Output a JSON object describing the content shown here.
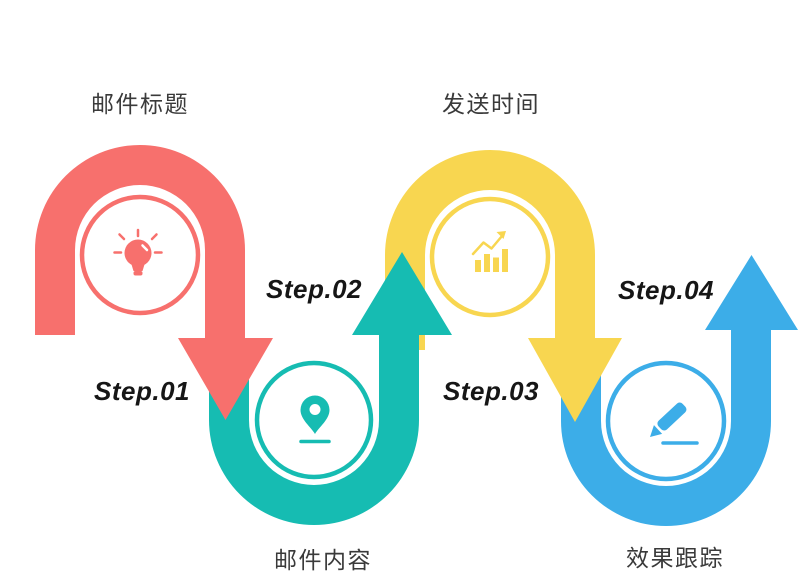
{
  "diagram": {
    "type": "process-flow",
    "background_color": "#ffffff",
    "title_color": "#3a3a3a",
    "label_color": "#161616",
    "steps": [
      {
        "label": "Step.01",
        "title": "邮件标题",
        "title_position": "top",
        "color": "#f7706d",
        "icon": "lightbulb-icon",
        "arrow_direction": "down"
      },
      {
        "label": "Step.02",
        "title": "邮件内容",
        "title_position": "bottom",
        "color": "#16bcb2",
        "icon": "location-pin-icon",
        "arrow_direction": "up"
      },
      {
        "label": "Step.03",
        "title": "发送时间",
        "title_position": "top",
        "color": "#f8d650",
        "icon": "bar-chart-icon",
        "arrow_direction": "down"
      },
      {
        "label": "Step.04",
        "title": "效果跟踪",
        "title_position": "bottom",
        "color": "#3cade8",
        "icon": "pencil-icon",
        "arrow_direction": "up"
      }
    ]
  }
}
